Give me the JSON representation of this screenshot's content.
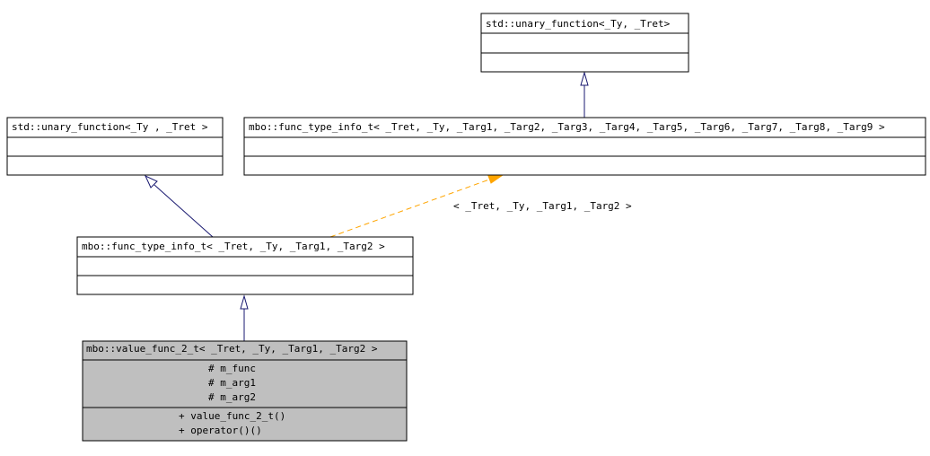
{
  "classes": {
    "unary_top": {
      "title": "std::unary_function<_Ty, _Tret>"
    },
    "unary_left": {
      "title": "std::unary_function<_Ty , _Tret >"
    },
    "func_type_info_9": {
      "title": "mbo::func_type_info_t< _Tret, _Ty, _Targ1, _Targ2, _Targ3, _Targ4, _Targ5, _Targ6, _Targ7, _Targ8, _Targ9 >"
    },
    "func_type_info_2": {
      "title": "mbo::func_type_info_t< _Tret, _Ty, _Targ1, _Targ2 >"
    },
    "value_func": {
      "title": "mbo::value_func_2_t< _Tret, _Ty, _Targ1, _Targ2 >",
      "attributes": [
        "# m_func",
        "# m_arg1",
        "# m_arg2"
      ],
      "operations": [
        "+ value_func_2_t()",
        "+ operator()()"
      ]
    }
  },
  "template_binding_label": "< _Tret, _Ty, _Targ1, _Targ2 >",
  "colors": {
    "inheritance_edge": "#191970",
    "template_edge": "#ffa500",
    "highlight_fill": "#bfbfbf",
    "box_fill": "#ffffff",
    "border": "#000000"
  }
}
